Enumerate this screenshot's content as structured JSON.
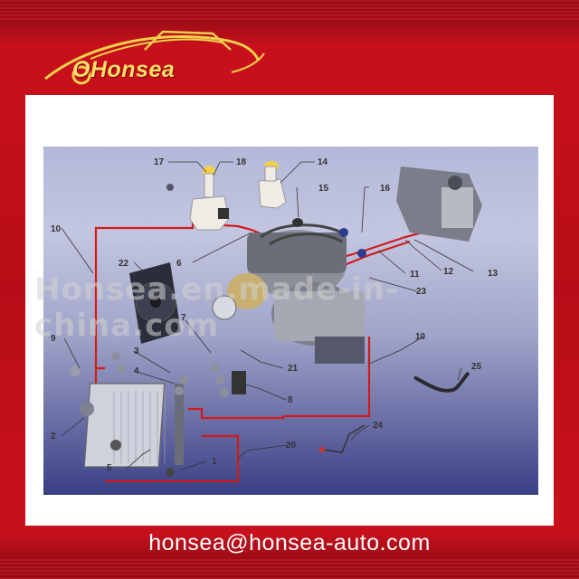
{
  "brand": {
    "name": "Honsea"
  },
  "watermark": "Honsea.en.made-in-china.com",
  "footer": {
    "email": "honsea@honsea-auto.com"
  },
  "callouts": [
    "17",
    "18",
    "14",
    "15",
    "16",
    "10",
    "6",
    "22",
    "11",
    "12",
    "13",
    "23",
    "7",
    "9",
    "3",
    "4",
    "21",
    "10",
    "8",
    "25",
    "2",
    "20",
    "24",
    "5",
    "1"
  ]
}
